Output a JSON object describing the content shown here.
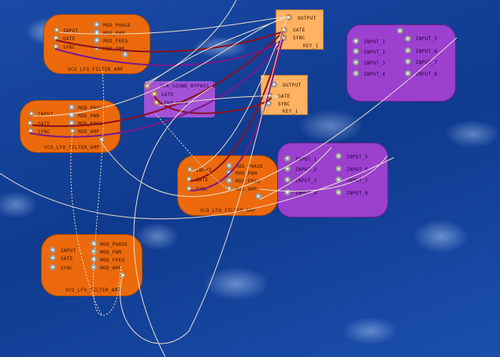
{
  "vco_modules": [
    {
      "title": "VCO_LFO_FILTER_AMP",
      "inputs": [
        "INPUT",
        "GATE",
        "SYNC"
      ],
      "mods": [
        "MOD_PHASE",
        "MOD_PWM",
        "MOD_FREQ",
        "MOD_AMP"
      ]
    },
    {
      "title": "VCO_LFO_FILTER_AMP",
      "inputs": [
        "INPUT",
        "GATE",
        "SYNC"
      ],
      "mods": [
        "MOD_PHASE",
        "MOD_PWM",
        "MOD_FREQ",
        "MOD_AMP"
      ]
    },
    {
      "title": "VCO_LFO_FILTER_AMP",
      "inputs": [
        "INPUT",
        "GATE",
        "SYNC"
      ],
      "mods": [
        "MOD_PHASE",
        "MOD_PWM",
        "MOD_FREQ",
        "MOD_AMP"
      ]
    },
    {
      "title": "VCO_LFO_FILTER_AMP",
      "inputs": [
        "INPUT",
        "GATE",
        "SYNC"
      ],
      "mods": [
        "MOD_PHASE",
        "MOD_PWM",
        "MOD_FREQ",
        "MOD_AMP"
      ]
    }
  ],
  "key_modules": [
    {
      "title": "KEY_1",
      "ports": [
        "OUTPUT",
        "GATE",
        "SYNC"
      ]
    },
    {
      "title": "KEY_1",
      "ports": [
        "OUTPUT",
        "GATE",
        "SYNC"
      ]
    }
  ],
  "vca": {
    "title": "VCA_SOUND_BYPASS_1",
    "ports": [
      "GATE",
      "INP_GATE"
    ]
  },
  "mixers": [
    {
      "inputs": [
        "INPUT_1",
        "INPUT_2",
        "INPUT_3",
        "INPUT_4",
        "INPUT_5",
        "INPUT_6",
        "INPUT_7",
        "INPUT_8"
      ]
    },
    {
      "inputs": [
        "INPUT_1",
        "INPUT_2",
        "INPUT_3",
        "INPUT_4",
        "INPUT_5",
        "INPUT_6",
        "INPUT_7",
        "INPUT_8"
      ]
    }
  ],
  "colors": {
    "vco": "#ec6a0c",
    "key": "#ffb261",
    "mixer": "#9b40cf",
    "cable_gate": "#8a1020",
    "cable_sync": "#7a1a8a",
    "cable_audio": "#e8e0c8"
  }
}
